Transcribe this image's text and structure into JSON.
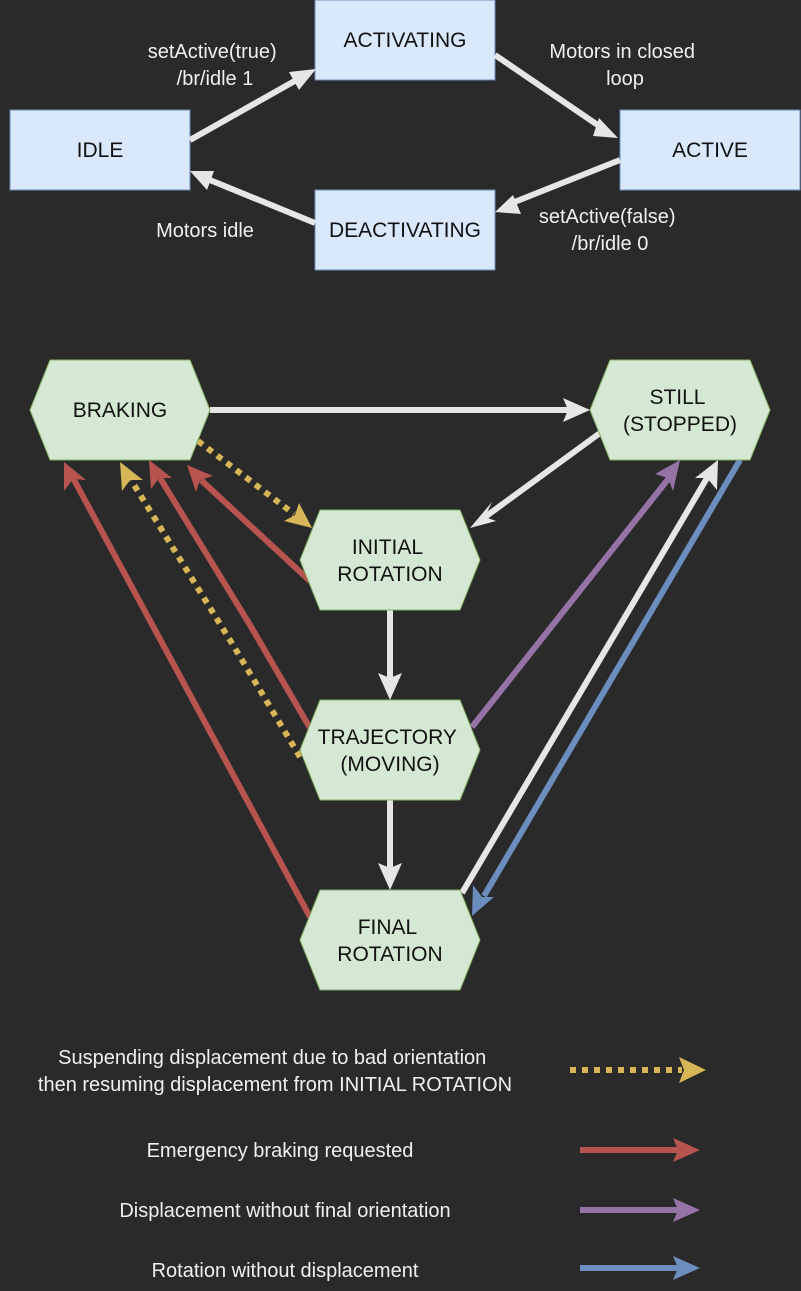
{
  "colors": {
    "background": "#2a2a2a",
    "state_fill": "#dae8fc",
    "state_stroke": "#6c8ebf",
    "motion_fill": "#d5e8d4",
    "motion_stroke": "#82b366",
    "arrow_default": "#e6e6e6",
    "suspend": "#d6b656",
    "emergency": "#b85450",
    "no_final_orientation": "#9673a6",
    "rotation_only": "#6c8ebf"
  },
  "activation": {
    "states": {
      "idle": "IDLE",
      "activating": "ACTIVATING",
      "active": "ACTIVE",
      "deactivating": "DEACTIVATING"
    },
    "labels": {
      "set_active_true": [
        "setActive(true)",
        "/br/idle 1"
      ],
      "closed_loop": [
        "Motors in closed",
        "loop"
      ],
      "set_active_false": [
        "setActive(false)",
        "/br/idle 0"
      ],
      "motors_idle": [
        "Motors idle"
      ]
    }
  },
  "motion": {
    "states": {
      "braking": [
        "BRAKING"
      ],
      "still": [
        "STILL",
        "(STOPPED)"
      ],
      "initial_rotation": [
        "INITIAL",
        "ROTATION"
      ],
      "trajectory": [
        "TRAJECTORY",
        "(MOVING)"
      ],
      "final_rotation": [
        "FINAL",
        "ROTATION"
      ]
    }
  },
  "legend": {
    "suspend": [
      "Suspending displacement due to bad orientation",
      "then resuming displacement from INITIAL ROTATION"
    ],
    "emergency": [
      "Emergency braking requested"
    ],
    "no_final_orientation": [
      "Displacement without final orientation"
    ],
    "rotation_only": [
      "Rotation without displacement"
    ]
  }
}
